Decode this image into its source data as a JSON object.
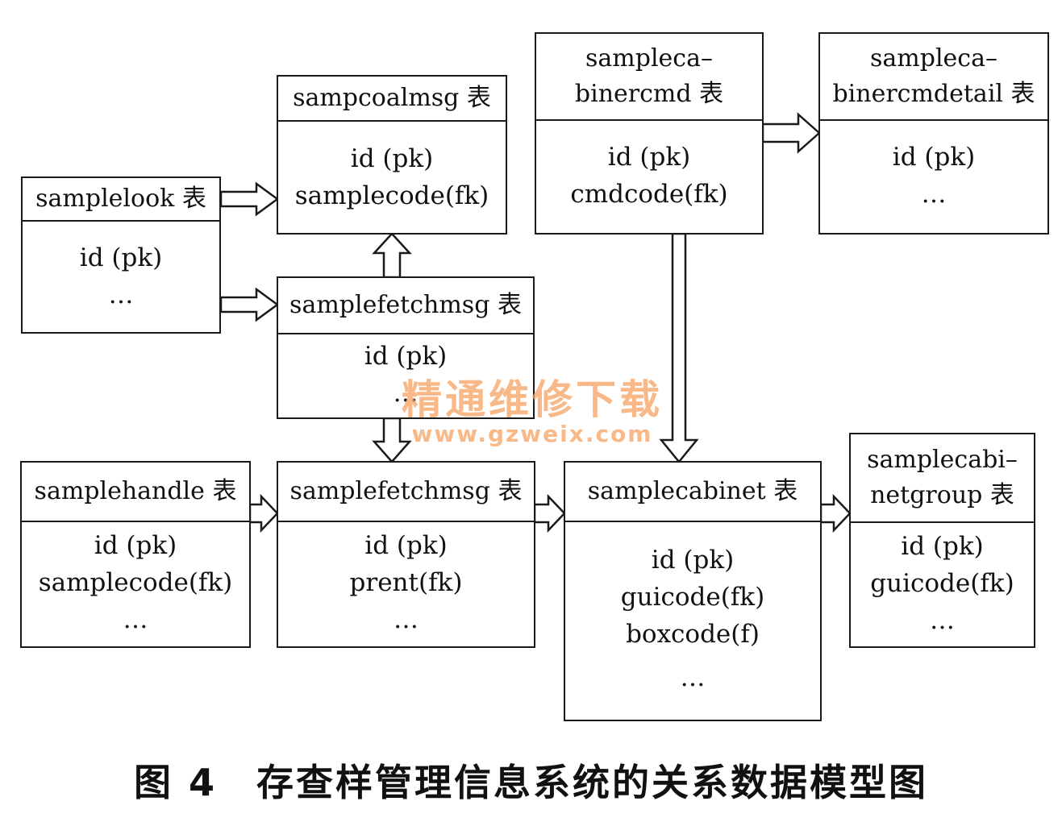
{
  "tables": {
    "samplelook": {
      "header": "samplelook 表",
      "fields": [
        "id (pk)",
        "…"
      ]
    },
    "sampcoalmsg": {
      "header": "sampcoalmsg 表",
      "fields": [
        "id (pk)",
        "samplecode(fk)"
      ]
    },
    "samplecabinercmd": {
      "header": "sampleca–\nbinercmd 表",
      "fields": [
        "id (pk)",
        "cmdcode(fk)"
      ]
    },
    "samplecabinercmddetail": {
      "header": "sampleca–\nbinercmdetail 表",
      "fields": [
        "id (pk)",
        "…"
      ]
    },
    "samplefetchmsg_upper": {
      "header": "samplefetchmsg 表",
      "fields": [
        "id (pk)",
        "…"
      ]
    },
    "samplehandle": {
      "header": "samplehandle 表",
      "fields": [
        "id (pk)",
        "samplecode(fk)",
        "…"
      ]
    },
    "samplefetchmsg_lower": {
      "header": "samplefetchmsg 表",
      "fields": [
        "id (pk)",
        "prent(fk)",
        "…"
      ]
    },
    "samplecabinet": {
      "header": "samplecabinet 表",
      "fields": [
        "id (pk)",
        "guicode(fk)",
        "boxcode(f)",
        "…"
      ]
    },
    "samplecabinetgroup": {
      "header": "samplecabi–\nnetgroup 表",
      "fields": [
        "id (pk)",
        "guicode(fk)",
        "…"
      ]
    }
  },
  "watermark": {
    "line1": "精通维修下载",
    "line2": "www.gzweix.com"
  },
  "caption": "图 4　存查样管理信息系统的关系数据模型图"
}
